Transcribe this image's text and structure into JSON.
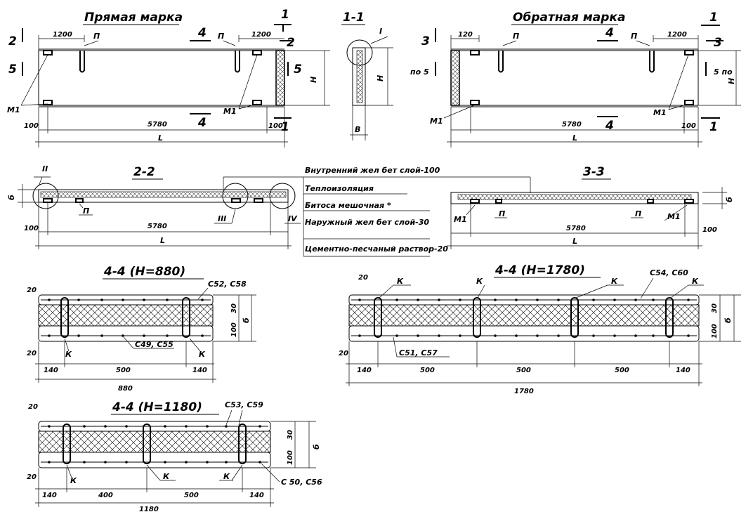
{
  "titles": {
    "direct": "Прямая марка",
    "reverse": "Обратная марка",
    "sec11": "1-1",
    "sec22": "2-2",
    "sec33": "3-3",
    "sec44a": "4-4 (H=880)",
    "sec44b": "4-4 (H=1780)",
    "sec44c": "4-4 (H=1180)"
  },
  "legend": [
    "Внутренний жел бет слой-100",
    "Теплоизоляция",
    "Битоса мешочная *",
    "Наружный жел бет слой-30",
    "Цементно-песчаный раствор-20"
  ],
  "labels": {
    "p": "П",
    "m1": "М1",
    "k": "К",
    "n1": "1",
    "n2": "2",
    "n3": "3",
    "n4": "4",
    "n5": "5",
    "po5": "по 5",
    "n5po": "5 по",
    "H": "H",
    "L": "L",
    "B": "В",
    "b": "б",
    "I": "I",
    "II": "II",
    "III": "III",
    "IV": "IV",
    "c52c58": "С52, С58",
    "c49c55": "С49, С55",
    "c54c60": "С54, С60",
    "c51c57": "С51, С57",
    "c53c59": "С53, С59",
    "c50c56": "С 50, С56"
  },
  "dims": {
    "d1200": "1200",
    "d120": "120",
    "d100": "100",
    "d5780": "5780",
    "d20": "20",
    "d140": "140",
    "d500": "500",
    "d400": "400",
    "d880": "880",
    "d1780": "1780",
    "d1180": "1180",
    "d30": "30"
  },
  "colors": {
    "ink": "#000000",
    "paper": "#ffffff"
  }
}
